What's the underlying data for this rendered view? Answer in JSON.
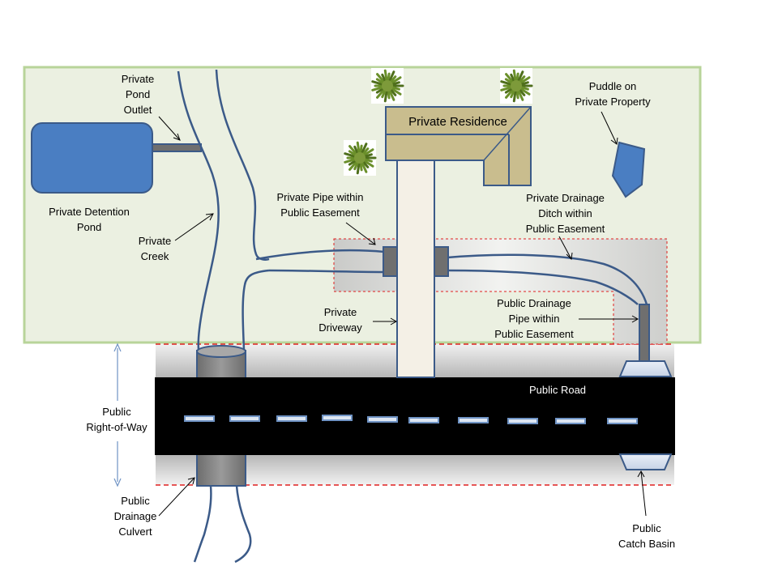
{
  "labels": {
    "private_pond_outlet": [
      "Private",
      "Pond",
      "Outlet"
    ],
    "private_detention_pond": [
      "Private Detention",
      "Pond"
    ],
    "private_creek": [
      "Private",
      "Creek"
    ],
    "private_residence": "Private Residence",
    "puddle": [
      "Puddle on",
      "Private Property"
    ],
    "private_pipe_easement": [
      "Private Pipe within",
      "Public Easement"
    ],
    "private_drainage_ditch": [
      "Private Drainage",
      "Ditch within",
      "Public Easement"
    ],
    "private_driveway": [
      "Private",
      "Driveway"
    ],
    "public_drainage_pipe": [
      "Public Drainage",
      "Pipe within",
      "Public Easement"
    ],
    "public_road": "Public Road",
    "public_right_of_way": [
      "Public",
      "Right-of-Way"
    ],
    "public_drainage_culvert": [
      "Public",
      "Drainage",
      "Culvert"
    ],
    "public_catch_basin": [
      "Public",
      "Catch Basin"
    ]
  },
  "colors": {
    "property_fill": "#ebf0e1",
    "property_border": "#b8d49a",
    "pond_fill": "#4a7ec2",
    "outline": "#3b5a88",
    "residence_fill": "#c9bd8e",
    "driveway_fill": "#f4f0e6",
    "road": "#000000",
    "road_dash": "#dde6f2",
    "easement_border": "#e02020",
    "pipe_fill": "#6f6f6f",
    "culvert_fill": "#848484",
    "tree": "#6a8f2a"
  }
}
